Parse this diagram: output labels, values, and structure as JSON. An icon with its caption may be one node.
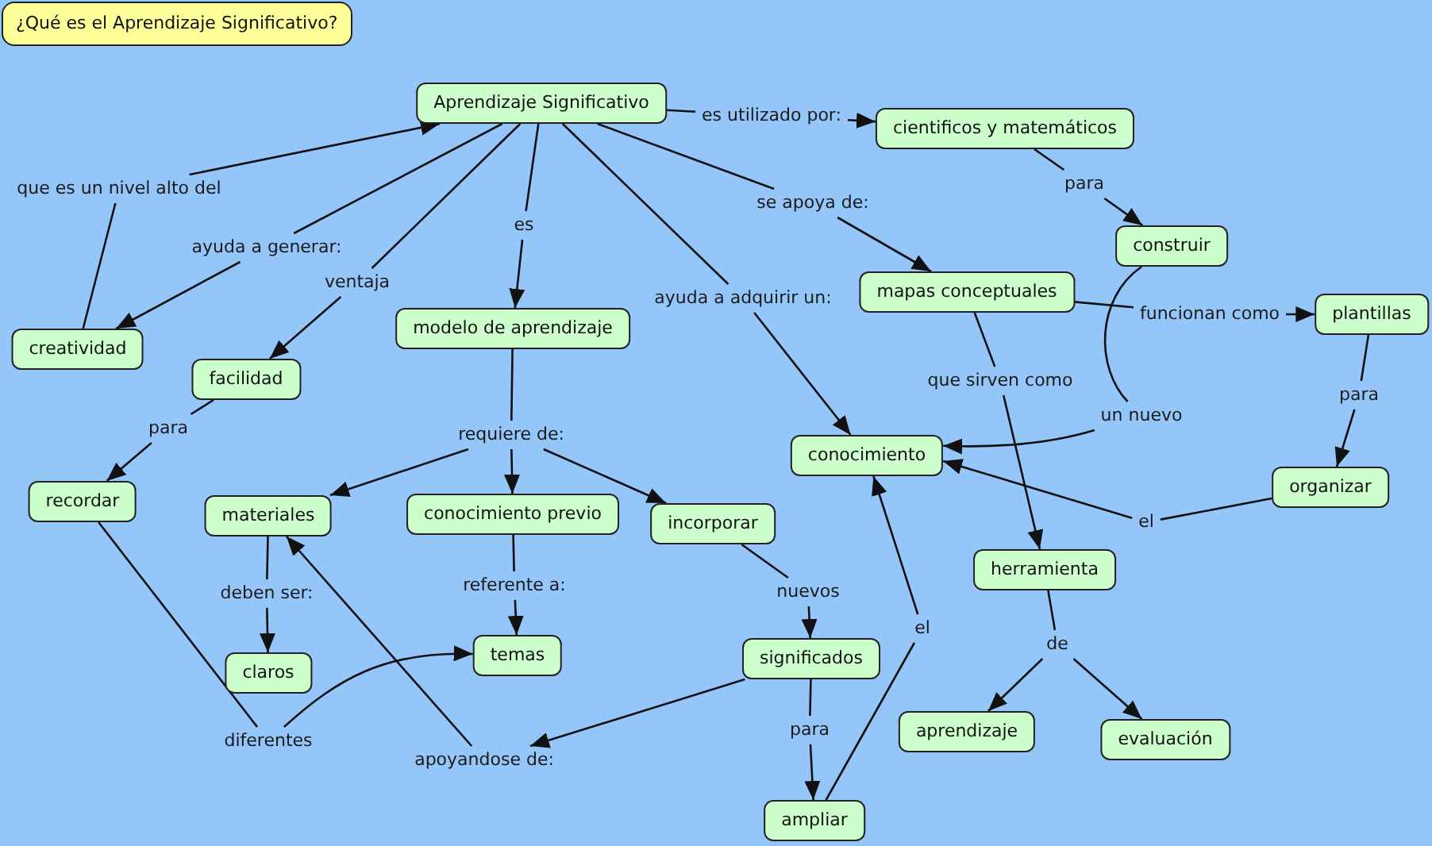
{
  "diagram": {
    "title": "¿Qué es el Aprendizaje Significativo?",
    "nodes": [
      {
        "text": [
          "Aprendizaje Significativo"
        ]
      },
      {
        "text": [
          "es utilizado por:"
        ]
      },
      {
        "text": [
          "cientificos y matemáticos"
        ]
      },
      {
        "text": [
          "que es un nivel alto del"
        ]
      },
      {
        "text": [
          "para"
        ]
      },
      {
        "text": [
          "se apoya de:"
        ]
      },
      {
        "text": [
          "es"
        ]
      },
      {
        "text": [
          "construir"
        ]
      },
      {
        "text": [
          "ayuda a generar:"
        ]
      },
      {
        "text": [
          "ventaja"
        ]
      },
      {
        "text": [
          "mapas conceptuales"
        ]
      },
      {
        "text": [
          "ayuda a adquirir un:"
        ]
      },
      {
        "text": [
          "funcionan como"
        ]
      },
      {
        "text": [
          "plantillas"
        ]
      },
      {
        "text": [
          "modelo de aprendizaje"
        ]
      },
      {
        "text": [
          "creatividad"
        ]
      },
      {
        "text": [
          "facilidad"
        ]
      },
      {
        "text": [
          "que sirven como"
        ]
      },
      {
        "text": [
          "para"
        ]
      },
      {
        "text": [
          "un nuevo"
        ]
      },
      {
        "text": [
          "para"
        ]
      },
      {
        "text": [
          "requiere de:"
        ]
      },
      {
        "text": [
          "conocimiento"
        ]
      },
      {
        "text": [
          "organizar"
        ]
      },
      {
        "text": [
          "recordar"
        ]
      },
      {
        "text": [
          "materiales"
        ]
      },
      {
        "text": [
          "conocimiento previo"
        ]
      },
      {
        "text": [
          "incorporar"
        ]
      },
      {
        "text": [
          "el"
        ]
      },
      {
        "text": [
          "herramienta"
        ]
      },
      {
        "text": [
          "referente a:"
        ]
      },
      {
        "text": [
          "deben ser:"
        ]
      },
      {
        "text": [
          "nuevos"
        ]
      },
      {
        "text": [
          "el"
        ]
      },
      {
        "text": [
          "temas"
        ]
      },
      {
        "text": [
          "de"
        ]
      },
      {
        "text": [
          "significados"
        ]
      },
      {
        "text": [
          "claros"
        ]
      },
      {
        "text": [
          "aprendizaje"
        ]
      },
      {
        "text": [
          "evaluación"
        ]
      },
      {
        "text": [
          "para"
        ]
      },
      {
        "text": [
          "diferentes"
        ]
      },
      {
        "text": [
          "apoyandose de:"
        ]
      },
      {
        "text": [
          "ampliar"
        ]
      }
    ],
    "edges": [
      {
        "from": 0,
        "to": 1,
        "arrow": "none"
      },
      {
        "from": 1,
        "to": 2,
        "arrow": "to"
      },
      {
        "from": 15,
        "to": 3,
        "arrow": "none"
      },
      {
        "from": 3,
        "to": 0,
        "arrow": "to"
      },
      {
        "from": 0,
        "to": 8,
        "arrow": "none"
      },
      {
        "from": 8,
        "to": 15,
        "arrow": "to"
      },
      {
        "from": 0,
        "to": 6,
        "arrow": "none"
      },
      {
        "from": 6,
        "to": 14,
        "arrow": "to"
      },
      {
        "from": 0,
        "to": 9,
        "arrow": "none"
      },
      {
        "from": 9,
        "to": 16,
        "arrow": "to"
      },
      {
        "from": 0,
        "to": 11,
        "arrow": "none"
      },
      {
        "from": 11,
        "to": 22,
        "arrow": "to"
      },
      {
        "from": 0,
        "to": 5,
        "arrow": "none"
      },
      {
        "from": 5,
        "to": 10,
        "arrow": "to"
      },
      {
        "from": 2,
        "to": 4,
        "arrow": "none"
      },
      {
        "from": 4,
        "to": 7,
        "arrow": "to"
      },
      {
        "from": 7,
        "to": 19,
        "arrow": "none"
      },
      {
        "from": 19,
        "to": 22,
        "arrow": "to"
      },
      {
        "from": 10,
        "to": 12,
        "arrow": "none"
      },
      {
        "from": 12,
        "to": 13,
        "arrow": "to"
      },
      {
        "from": 10,
        "to": 17,
        "arrow": "none"
      },
      {
        "from": 17,
        "to": 29,
        "arrow": "to"
      },
      {
        "from": 13,
        "to": 18,
        "arrow": "none"
      },
      {
        "from": 18,
        "to": 23,
        "arrow": "to"
      },
      {
        "from": 23,
        "to": 28,
        "arrow": "none"
      },
      {
        "from": 28,
        "to": 22,
        "arrow": "to"
      },
      {
        "from": 16,
        "to": 20,
        "arrow": "none"
      },
      {
        "from": 20,
        "to": 24,
        "arrow": "to"
      },
      {
        "from": 14,
        "to": 21,
        "arrow": "none"
      },
      {
        "from": 21,
        "to": 25,
        "arrow": "to"
      },
      {
        "from": 21,
        "to": 26,
        "arrow": "to"
      },
      {
        "from": 21,
        "to": 27,
        "arrow": "to"
      },
      {
        "from": 25,
        "to": 31,
        "arrow": "none"
      },
      {
        "from": 31,
        "to": 37,
        "arrow": "to"
      },
      {
        "from": 26,
        "to": 30,
        "arrow": "none"
      },
      {
        "from": 30,
        "to": 34,
        "arrow": "to"
      },
      {
        "from": 27,
        "to": 32,
        "arrow": "none"
      },
      {
        "from": 32,
        "to": 36,
        "arrow": "to"
      },
      {
        "from": 29,
        "to": 35,
        "arrow": "none"
      },
      {
        "from": 35,
        "to": 38,
        "arrow": "to"
      },
      {
        "from": 35,
        "to": 39,
        "arrow": "to"
      },
      {
        "from": 36,
        "to": 40,
        "arrow": "none"
      },
      {
        "from": 40,
        "to": 43,
        "arrow": "to"
      },
      {
        "from": 43,
        "to": 33,
        "arrow": "none"
      },
      {
        "from": 33,
        "to": 22,
        "arrow": "to"
      },
      {
        "from": 24,
        "to": 41,
        "arrow": "none"
      },
      {
        "from": 41,
        "to": 34,
        "arrow": "to"
      },
      {
        "from": 36,
        "to": 42,
        "arrow": "to"
      },
      {
        "from": 42,
        "to": 25,
        "arrow": "to"
      }
    ]
  }
}
